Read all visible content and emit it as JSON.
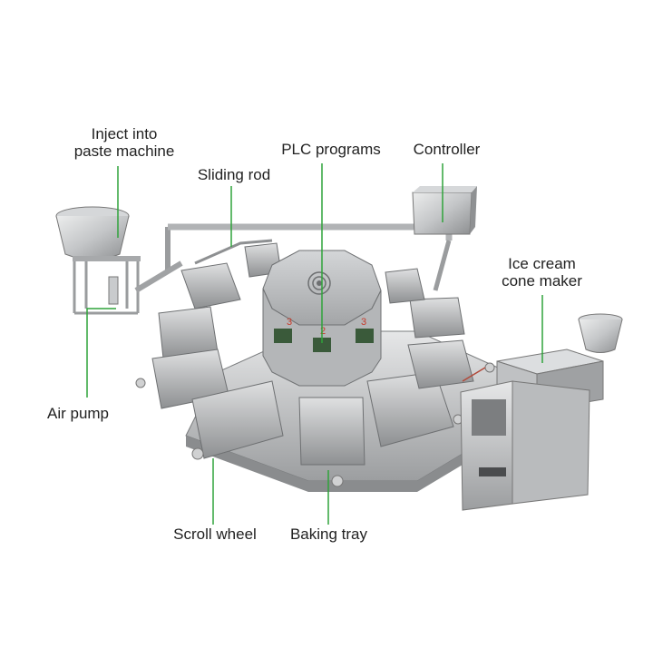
{
  "labels": {
    "inject_line1": "Inject into",
    "inject_line2": "paste machine",
    "sliding_rod": "Sliding rod",
    "plc_programs": "PLC programs",
    "controller": "Controller",
    "cone_maker_line1": "Ice cream",
    "cone_maker_line2": "cone maker",
    "air_pump": "Air pump",
    "scroll_wheel": "Scroll wheel",
    "baking_tray": "Baking tray"
  },
  "station_numbers": [
    "3",
    "2",
    "3"
  ],
  "colors": {
    "leader_line": "#2fa33a",
    "steel_light": "#d9dadb",
    "steel_mid": "#a9abad",
    "steel_dark": "#6f7173",
    "background": "#ffffff"
  }
}
